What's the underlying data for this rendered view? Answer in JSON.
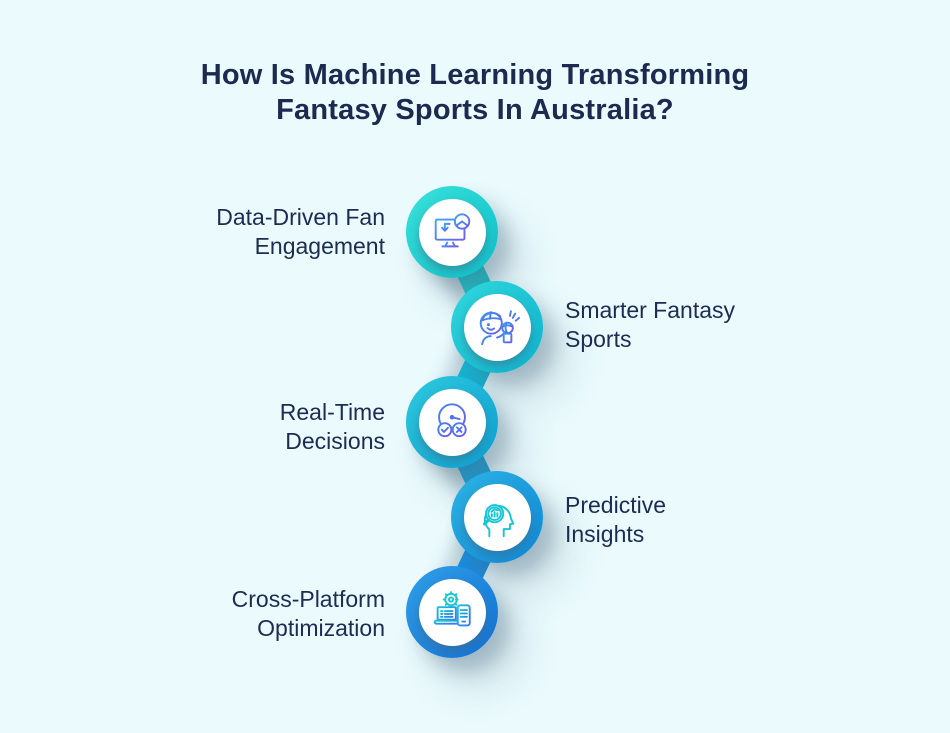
{
  "title": {
    "text": "How Is Machine Learning Transforming Fantasy Sports In Australia?",
    "lines": [
      "How Is Machine Learning Transforming",
      "Fantasy Sports In Australia?"
    ],
    "color": "#1d2a4f"
  },
  "background_color": "#eafafd",
  "label_color": "#1e2b52",
  "items": [
    {
      "label": "Data-Driven Fan Engagement",
      "lines": [
        "Data-Driven Fan",
        "Engagement"
      ],
      "side": "left",
      "icon": "monitor-analytics-icon",
      "ring_color": "#1ccfce",
      "icon_gradient": [
        "#38a8f5",
        "#6b5cf0"
      ]
    },
    {
      "label": "Smarter Fantasy Sports",
      "lines": [
        "Smarter Fantasy",
        "Sports"
      ],
      "side": "right",
      "icon": "fantasy-player-icon",
      "ring_color": "#16c3d4",
      "icon_gradient": [
        "#2f9ef2",
        "#6e59ef"
      ]
    },
    {
      "label": "Real-Time Decisions",
      "lines": [
        "Real-Time",
        "Decisions"
      ],
      "side": "left",
      "icon": "clock-decision-icon",
      "ring_color": "#13b0d8",
      "icon_gradient": [
        "#3f86f2",
        "#6a5bee"
      ]
    },
    {
      "label": "Predictive Insights",
      "lines": [
        "Predictive",
        "Insights"
      ],
      "side": "right",
      "icon": "head-insights-icon",
      "ring_color": "#179bde",
      "icon_gradient": [
        "#15c6d4",
        "#15c6d4"
      ]
    },
    {
      "label": "Cross-Platform Optimization",
      "lines": [
        "Cross-Platform",
        "Optimization"
      ],
      "side": "left",
      "icon": "devices-gear-icon",
      "ring_color": "#1c85e2",
      "icon_gradient": [
        "#19c2dc",
        "#2f7ae8"
      ]
    }
  ]
}
